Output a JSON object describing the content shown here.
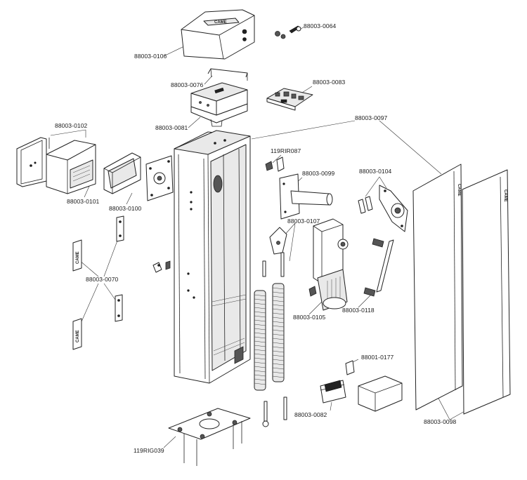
{
  "labels": {
    "p0106": "88003-0106",
    "p0064": "88003-0064",
    "p0076": "88003-0076",
    "p0083": "88003-0083",
    "p0081": "88003-0081",
    "p0097": "88003-0097",
    "p0102": "88003-0102",
    "rir087": "119RIR087",
    "p0099": "88003-0099",
    "p0104": "88003-0104",
    "p0101": "88003-0101",
    "p0100": "88003-0100",
    "p0107": "88003-0107",
    "p0070": "88003-0070",
    "p0105": "88003-0105",
    "p0118": "88003-0118",
    "p0177": "88001-0177",
    "p0082": "88003-0082",
    "p0098": "88003-0098",
    "rig039": "119RIG039"
  },
  "brand_marks": {
    "cover_logo": "CAME",
    "panel_logo": "CAME",
    "key_badge": "CAME"
  },
  "colors": {
    "line": "#222222",
    "background": "#ffffff",
    "shade": "#e9e9e9"
  }
}
